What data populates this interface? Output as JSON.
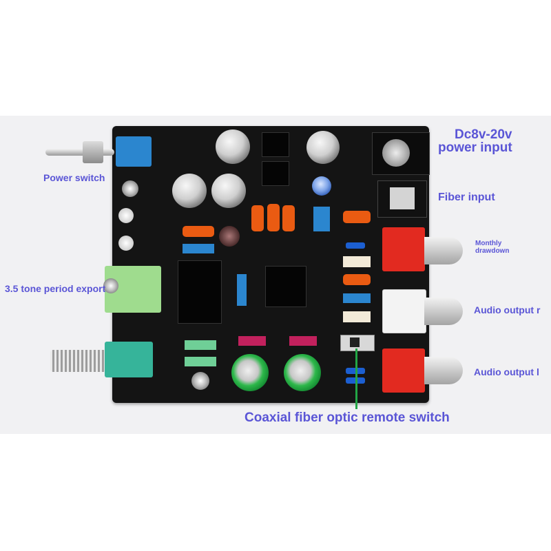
{
  "labels": {
    "power_switch": "Power switch",
    "dc_line1": "Dc8v-20v",
    "dc_line2": "power input",
    "fiber_input": "Fiber input",
    "monthly_line1": "Monthly",
    "monthly_line2": "drawdown",
    "tone_export": "3.5 tone period export",
    "audio_out_r": "Audio output r",
    "audio_out_l": "Audio output l",
    "coaxial_switch": "Coaxial fiber optic remote switch"
  },
  "colors": {
    "label_text": "#5a55d6",
    "board": "#141414",
    "background_band": "#f1f1f3",
    "pointer_line": "#22a645"
  }
}
